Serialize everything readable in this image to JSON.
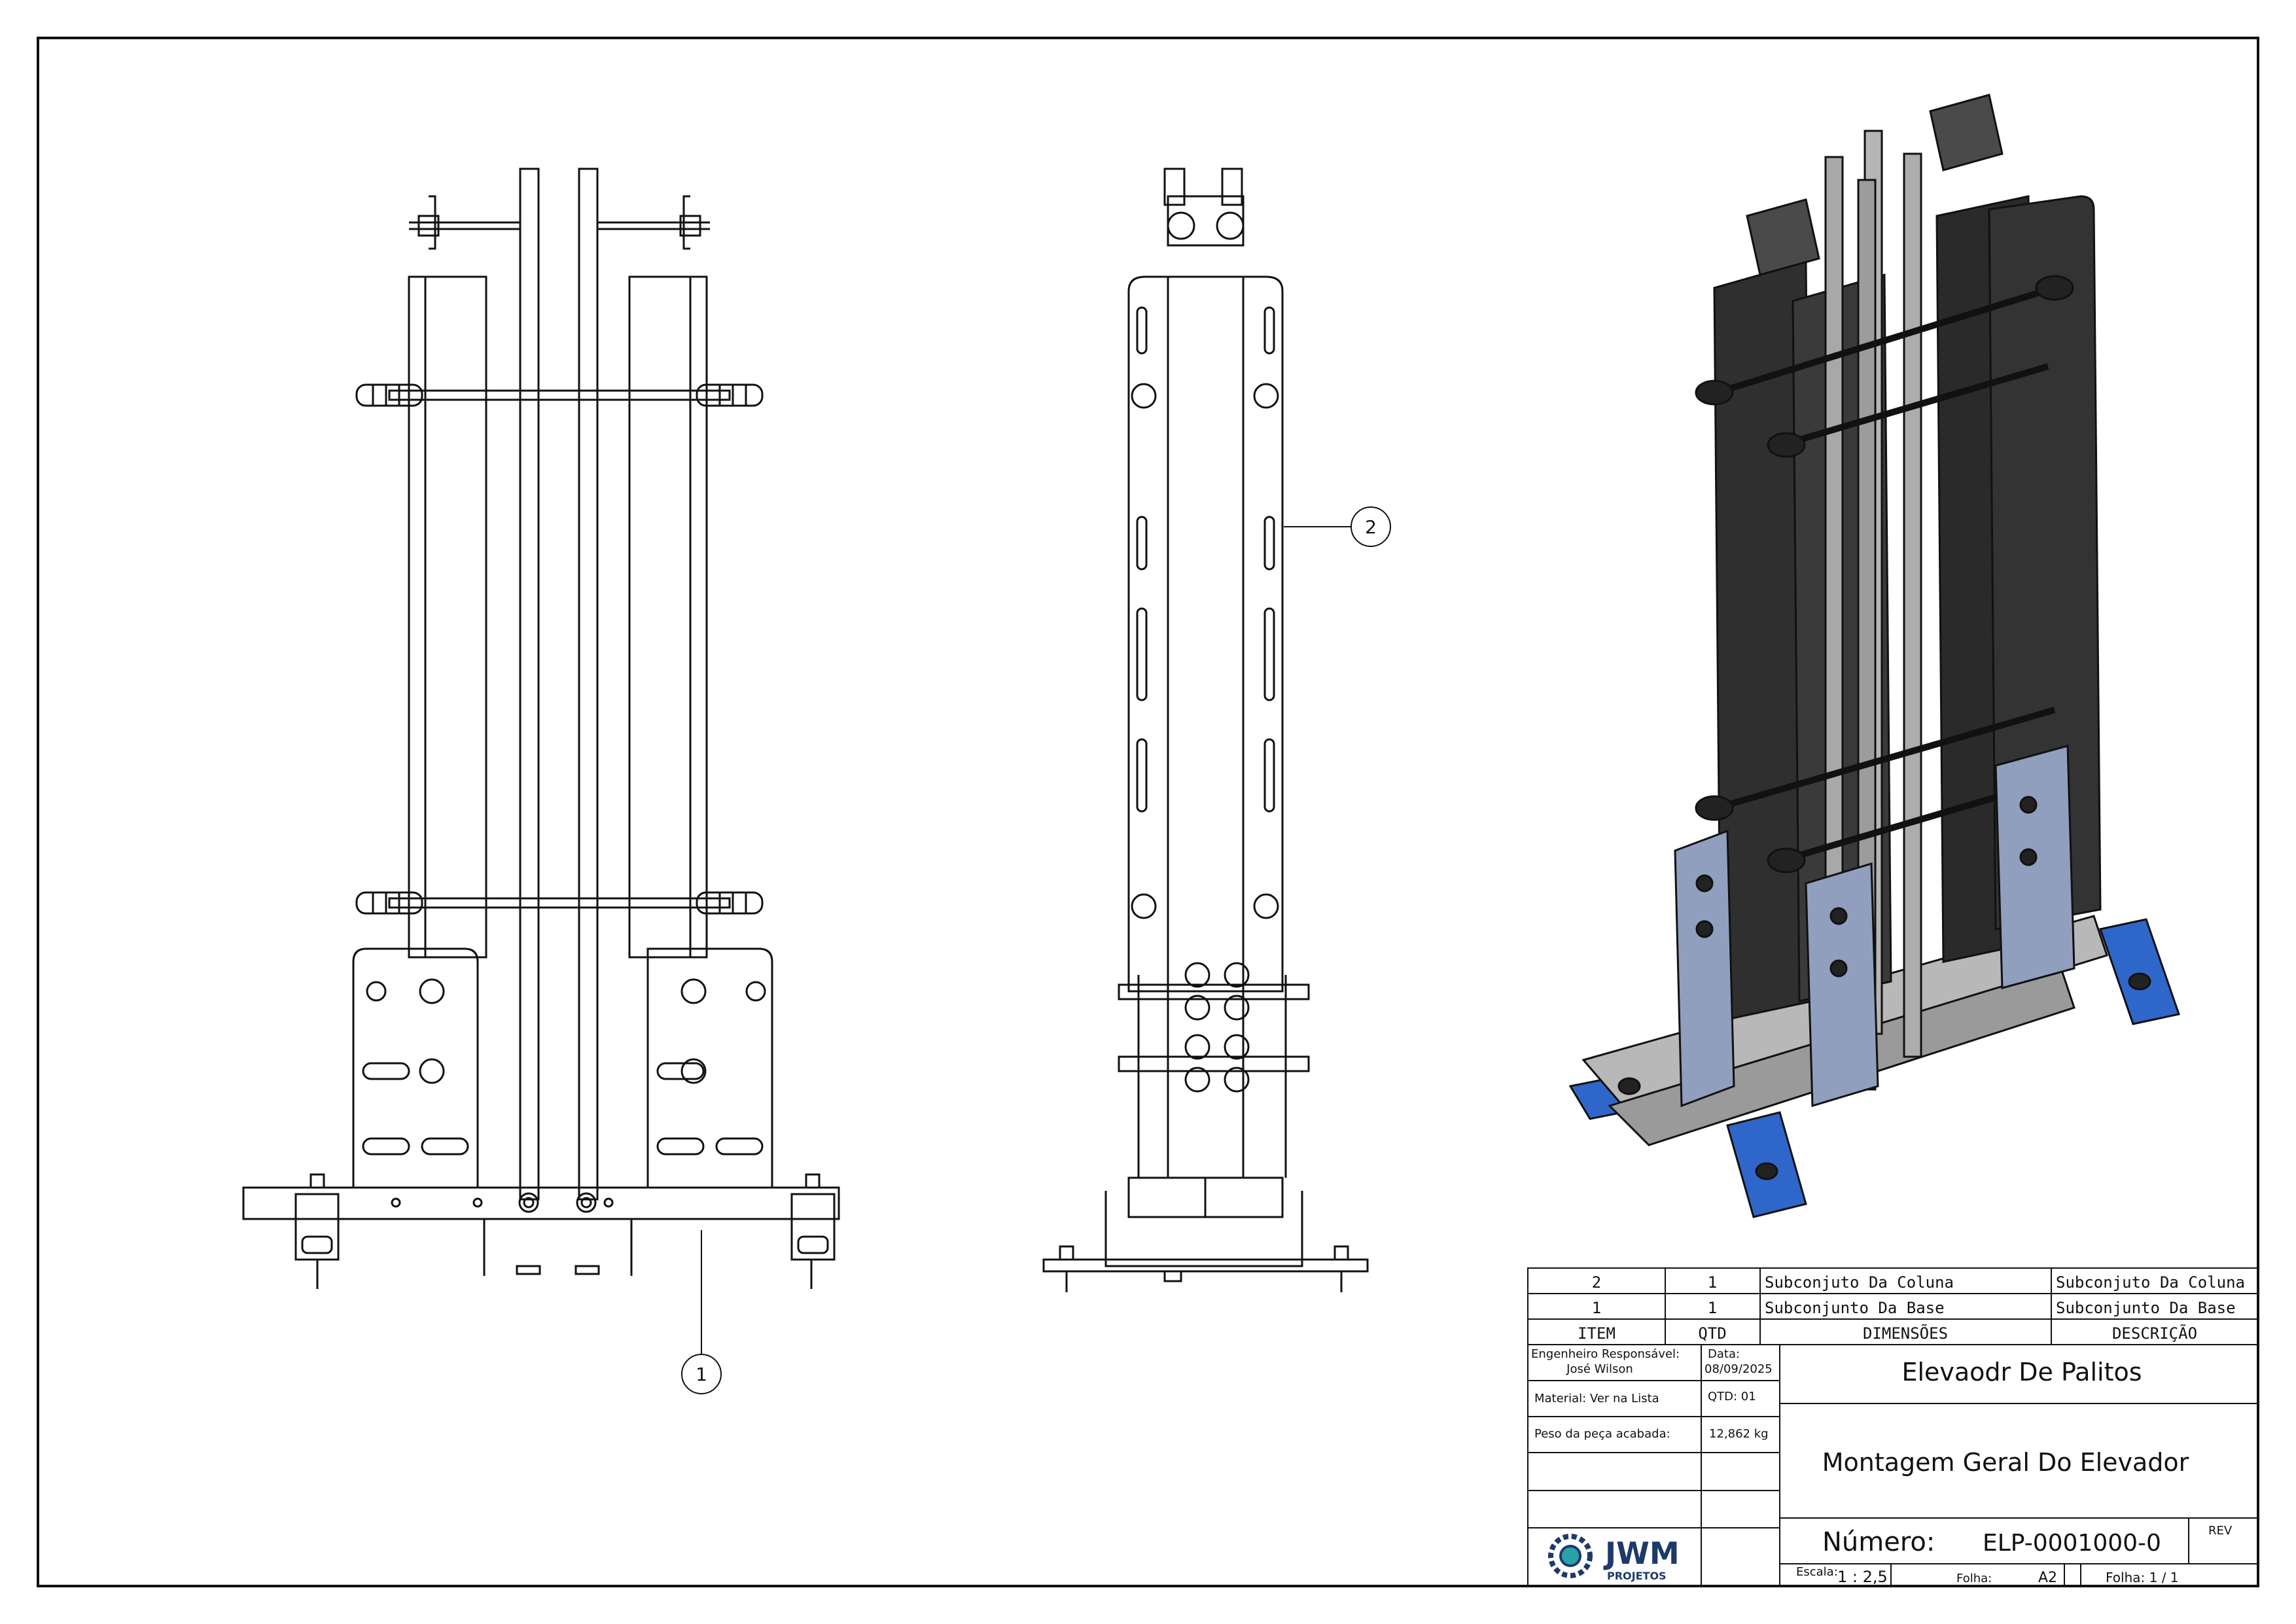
{
  "balloons": {
    "b1": "1",
    "b2": "2"
  },
  "bom": {
    "rows": [
      {
        "item": "2",
        "qtd": "1",
        "dimensoes": "Subconjuto Da Coluna",
        "descricao": "Subconjuto Da Coluna"
      },
      {
        "item": "1",
        "qtd": "1",
        "dimensoes": "Subconjunto Da Base",
        "descricao": "Subconjunto Da Base"
      }
    ],
    "headers": {
      "item": "ITEM",
      "qtd": "QTD",
      "dimensoes": "DIMENSÕES",
      "descricao": "DESCRIÇÃO"
    }
  },
  "title_block": {
    "engineer_label": "Engenheiro Responsável:",
    "engineer_name": "José Wilson",
    "date_label": "Data:",
    "date_value": "08/09/2025",
    "material": "Material:  Ver na Lista",
    "qtd": "QTD: 01",
    "weight_label": "Peso da peça acabada:",
    "weight_value": "12,862 kg",
    "title": "Elevaodr De Palitos",
    "subtitle": "Montagem Geral Do Elevador",
    "numero_label": "Número:",
    "numero_value": "ELP-0001000-0",
    "rev_label": "REV",
    "escala_label": "Escala:",
    "escala_value": "1 : 2,5",
    "folha_label": "Folha:",
    "folha_size": "A2",
    "folha_count_label": "Folha: 1 / 1",
    "logo_name": "JWM",
    "logo_sub": "PROJETOS"
  },
  "colors": {
    "line": "#111111",
    "dark_metal": "#2f2f2f",
    "light_metal": "#a8a8a8",
    "steel_blue": "#8f9fbd",
    "blue_part": "#2f66c9"
  }
}
